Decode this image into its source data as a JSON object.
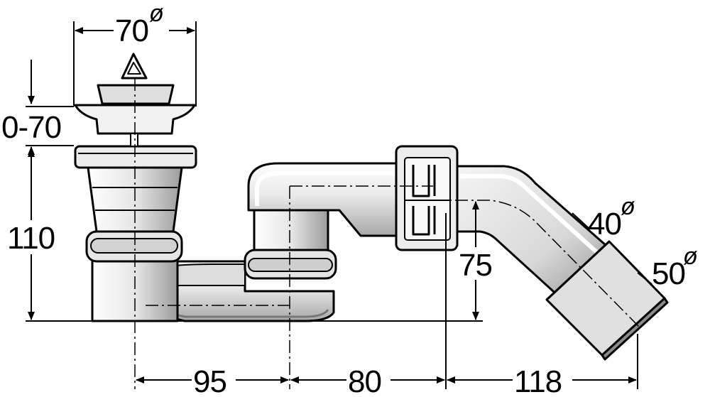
{
  "dimensions": {
    "stopper_diameter": {
      "value": "70",
      "symbol": "ø"
    },
    "stopper_stroke": "0-70",
    "waste_height": "110",
    "trap_height": "75",
    "pipe_40": {
      "value": "40",
      "symbol": "ø"
    },
    "pipe_50": {
      "value": "50",
      "symbol": "ø"
    },
    "spacing_1": "95",
    "spacing_2": "80",
    "spacing_3": "118"
  },
  "colors": {
    "line": "#000000",
    "fill_light": "#f0f0f0",
    "fill_mid": "#c8c8c8",
    "fill_dark": "#9a9a9a",
    "background": "#ffffff"
  },
  "icons": {
    "dimension_arrow": "arrowhead",
    "diameter_symbol": "diameter-sign"
  }
}
